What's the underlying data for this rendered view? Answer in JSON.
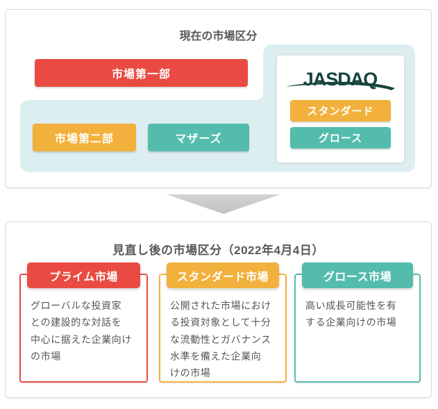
{
  "top_section": {
    "title": "現在の市場区分",
    "first_section_label": "市場第一部",
    "second_section_label": "市場第二部",
    "mothers_label": "マザーズ",
    "jasdaq": {
      "logo_text": "JASDAQ",
      "standard_label": "スタンダード",
      "growth_label": "グロース"
    }
  },
  "bottom_section": {
    "title": "見直し後の市場区分（2022年4月4日）",
    "markets": [
      {
        "name": "プライム市場",
        "description": "グローバルな投資家\nとの建設的な対話を\n中心に据えた企業向け\nの市場",
        "accent_color": "#e94b42"
      },
      {
        "name": "スタンダード市場",
        "description": "公開された市場におけ\nる投資対象として十分\nな流動性とガバナンス\n水準を備えた企業向\nけの市場",
        "accent_color": "#f2b13c"
      },
      {
        "name": "グロース市場",
        "description": "高い成長可能性を有\nする企業向けの市場",
        "accent_color": "#54bcad"
      }
    ]
  },
  "colors": {
    "red": "#e94b42",
    "yellow": "#f2b13c",
    "teal": "#54bcad",
    "light_panel": "#ddeef1",
    "jasdaq_logo_ink": "#16453e",
    "arrow_gray": "#c8c8c8",
    "card_border": "#d9d9d9",
    "heading_text": "#595959",
    "body_text": "#555555"
  }
}
